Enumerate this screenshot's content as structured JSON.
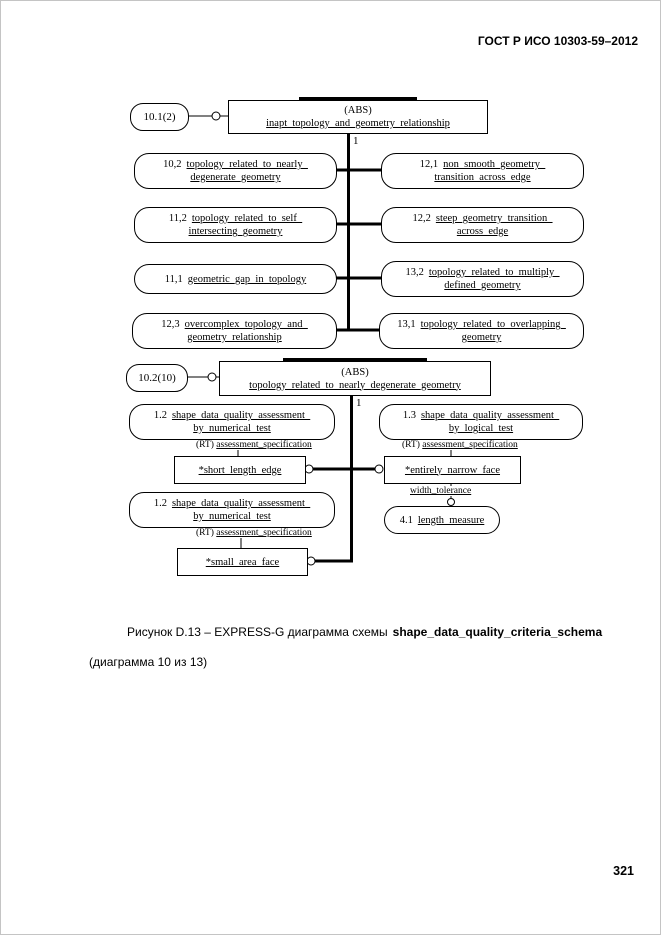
{
  "page": {
    "header": "ГОСТ Р ИСО 10303-59–2012",
    "page_number": "321"
  },
  "caption": {
    "text": "Рисунок D.13 – EXPRESS-G диаграмма схемы",
    "schema_name": "shape_data_quality_criteria_schema",
    "line2": "(диаграмма 10 из 13)"
  },
  "diagram1": {
    "page_ref": "10.1(2)",
    "abs_tag": "(ABS)",
    "abs_name": "inapt_topology_and_geometry_relationship",
    "cardinality": "1",
    "left_nodes": [
      {
        "num": "10,2",
        "name1": "topology_related_to_nearly_",
        "name2": "degenerate_geometry"
      },
      {
        "num": "11,2",
        "name1": "topology_related_to_self_",
        "name2": "intersecting_geometry"
      },
      {
        "num": "11,1",
        "name1": "geometric_gap_in_topology",
        "name2": ""
      },
      {
        "num": "12,3",
        "name1": "overcomplex_topology_and_",
        "name2": "geometry_relationship"
      }
    ],
    "right_nodes": [
      {
        "num": "12,1",
        "name1": "non_smooth_geometry_",
        "name2": "transition_across_edge"
      },
      {
        "num": "12,2",
        "name1": "steep_geometry_transition_",
        "name2": "across_edge"
      },
      {
        "num": "13,2",
        "name1": "topology_related_to_multiply_",
        "name2": "defined_geometry"
      },
      {
        "num": "13,1",
        "name1": "topology_related_to_overlapping_",
        "name2": "geometry"
      }
    ]
  },
  "diagram2": {
    "page_ref": "10.2(10)",
    "abs_tag": "(ABS)",
    "abs_name": "topology_related_to_nearly_degenerate_geometry",
    "cardinality": "1",
    "assess_numerical_1": {
      "num": "1.2",
      "name1": "shape_data_quality_assessment_",
      "name2": "by_numerical_test"
    },
    "assess_logical": {
      "num": "1.3",
      "name1": "shape_data_quality_assessment_",
      "name2": "by_logical_test"
    },
    "assess_numerical_2": {
      "num": "1.2",
      "name1": "shape_data_quality_assessment_",
      "name2": "by_numerical_test"
    },
    "rt_prefix": "(RT)",
    "rt_name": "assessment_specification",
    "short_length_edge": "*short_length_edge",
    "entirely_narrow_face": "*entirely_narrow_face",
    "small_area_face": "*small_area_face",
    "width_tolerance": "width_tolerance",
    "length_measure": {
      "num": "4.1",
      "name": "length_measure"
    }
  }
}
